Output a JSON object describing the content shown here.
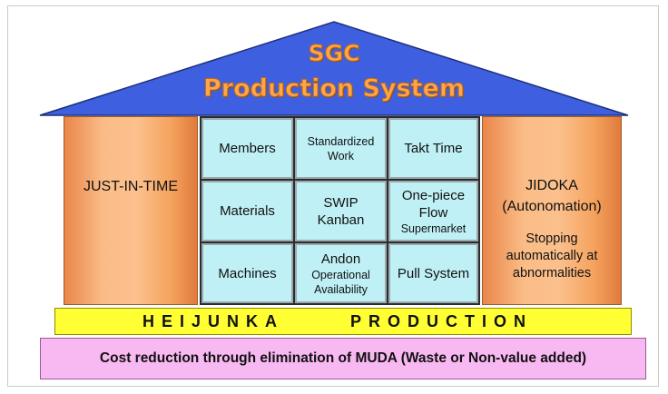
{
  "roof": {
    "title_line1": "SGC",
    "title_line2": "Production System",
    "color": "#3e60e0"
  },
  "left_pillar": {
    "label": "JUST-IN-TIME",
    "color": "#f7a86a"
  },
  "right_pillar": {
    "title_line1": "JIDOKA",
    "title_line2": "(Autonomation)",
    "desc_line1": "Stopping",
    "desc_line2": "automatically at",
    "desc_line3": "abnormalities"
  },
  "grid": {
    "cells": [
      {
        "lines": [
          {
            "text": "Members",
            "size": "big"
          }
        ]
      },
      {
        "lines": [
          {
            "text": "Standardized",
            "size": "small"
          },
          {
            "text": "Work",
            "size": "small"
          }
        ]
      },
      {
        "lines": [
          {
            "text": "Takt Time",
            "size": "big"
          }
        ]
      },
      {
        "lines": [
          {
            "text": "Materials",
            "size": "big"
          }
        ]
      },
      {
        "lines": [
          {
            "text": "SWIP",
            "size": "big"
          },
          {
            "text": "Kanban",
            "size": "big"
          }
        ]
      },
      {
        "lines": [
          {
            "text": "One-piece",
            "size": "big"
          },
          {
            "text": "Flow",
            "size": "big"
          },
          {
            "text": "Supermarket",
            "size": "small"
          }
        ]
      },
      {
        "lines": [
          {
            "text": "Machines",
            "size": "big"
          }
        ]
      },
      {
        "lines": [
          {
            "text": "Andon",
            "size": "big"
          },
          {
            "text": "Operational",
            "size": "small"
          },
          {
            "text": "Availability",
            "size": "small"
          }
        ]
      },
      {
        "lines": [
          {
            "text": "Pull System",
            "size": "big"
          }
        ]
      }
    ],
    "cell_color": "#bff0f5"
  },
  "heijunka": {
    "word1": "HEIJUNKA",
    "word2": "PRODUCTION",
    "color": "#ffff33"
  },
  "base": {
    "label": "Cost reduction through elimination of MUDA (Waste or Non-value added)",
    "color": "#f8b8f2"
  }
}
